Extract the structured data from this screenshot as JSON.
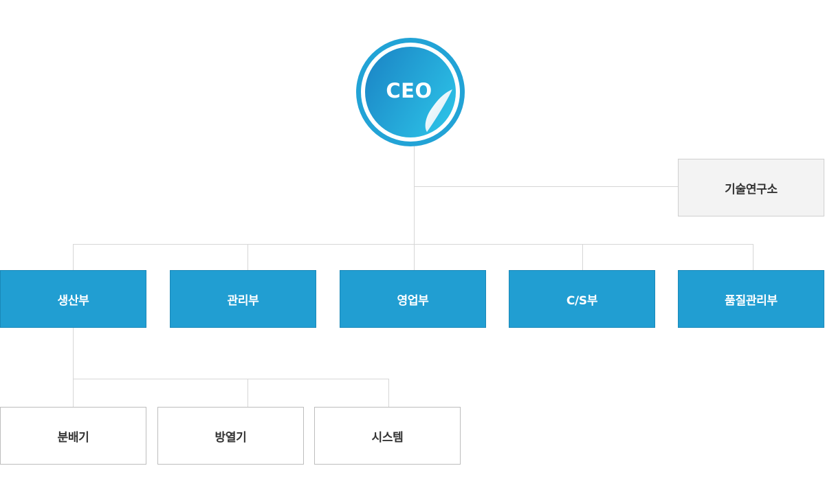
{
  "ceo": {
    "label": "CEO"
  },
  "research_lab": {
    "label": "기술연구소"
  },
  "departments": [
    {
      "label": "생산부"
    },
    {
      "label": "관리부"
    },
    {
      "label": "영업부"
    },
    {
      "label": "C/S부"
    },
    {
      "label": "품질관리부"
    }
  ],
  "production_subunits": [
    {
      "label": "분배기"
    },
    {
      "label": "방열기"
    },
    {
      "label": "시스템"
    }
  ],
  "colors": {
    "department_fill": "#219ed2",
    "ceo_ring": "#219ed2",
    "connector": "#d6d6d6",
    "lab_fill": "#f3f3f3"
  }
}
